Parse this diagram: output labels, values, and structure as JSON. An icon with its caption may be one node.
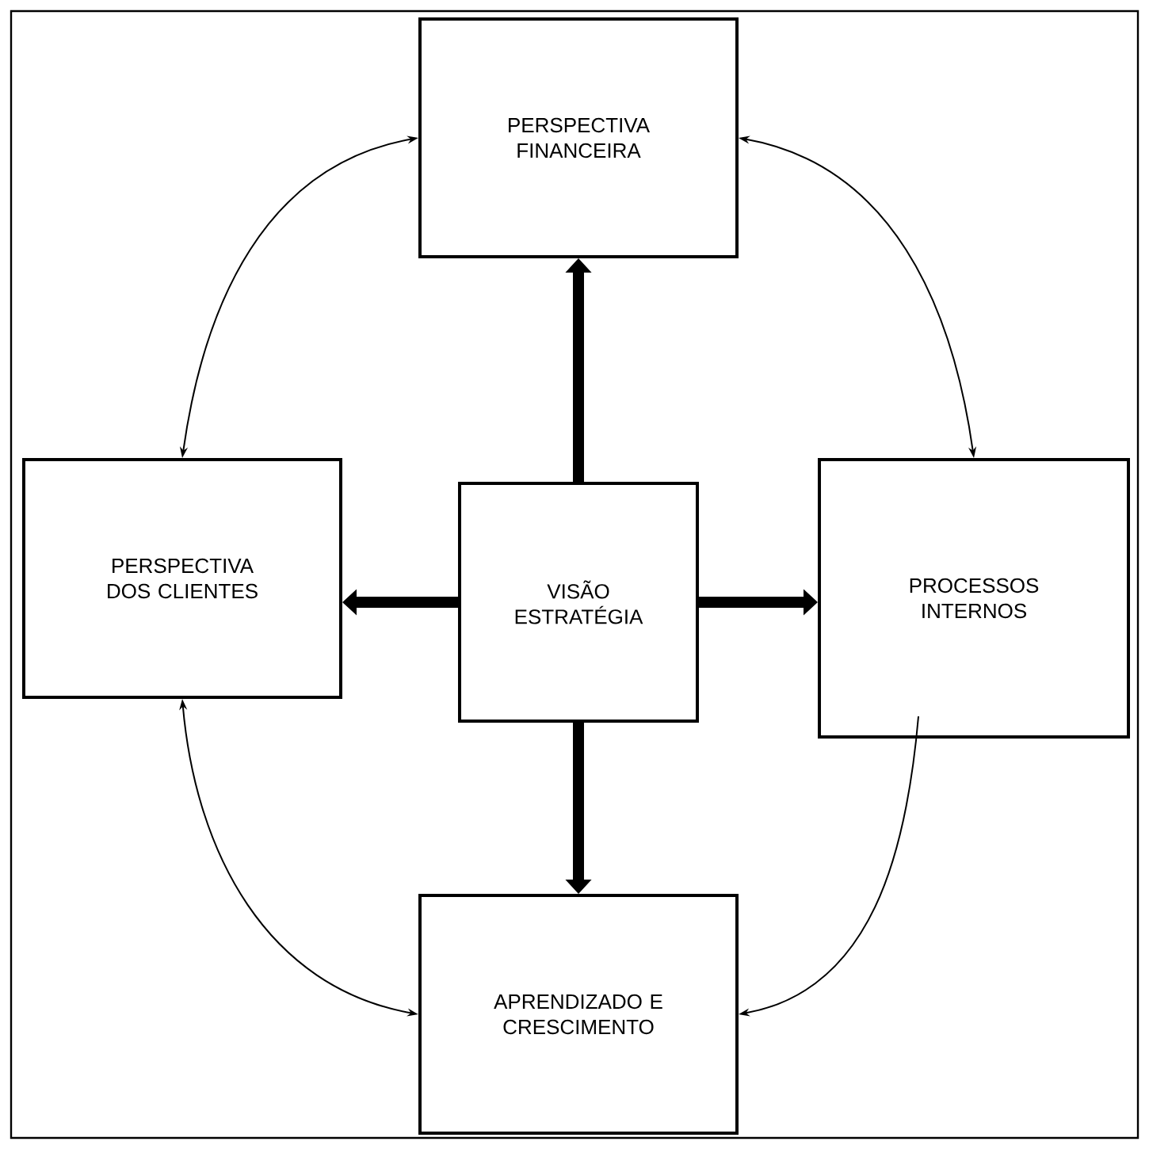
{
  "diagram": {
    "nodes": [
      {
        "text": [
          "PERSPECTIVA FINANCEIRA"
        ]
      },
      {
        "text": [
          "PERSPECTIVA DOS CLIENTES"
        ]
      },
      {
        "text": [
          "VISÃO ESTRATÉGIA"
        ]
      },
      {
        "text": [
          "PROCESSOS INTERNOS"
        ]
      },
      {
        "text": [
          "APRENDIZADO E CRESCIMENTO"
        ]
      }
    ],
    "edges": [
      {
        "from": 2,
        "to": 0,
        "arrow": "to",
        "style": "thick"
      },
      {
        "from": 2,
        "to": 1,
        "arrow": "to",
        "style": "thick"
      },
      {
        "from": 2,
        "to": 3,
        "arrow": "to",
        "style": "thick"
      },
      {
        "from": 2,
        "to": 4,
        "arrow": "to",
        "style": "thick"
      },
      {
        "from": 0,
        "to": 1,
        "arrow": "both"
      },
      {
        "from": 0,
        "to": 3,
        "arrow": "both"
      },
      {
        "from": 3,
        "to": 4,
        "arrow": "to"
      },
      {
        "from": 1,
        "to": 4,
        "arrow": "both"
      }
    ]
  }
}
